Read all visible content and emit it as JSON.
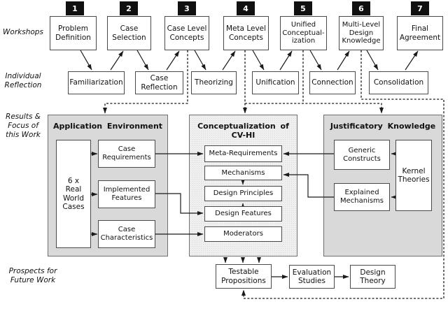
{
  "row_labels": {
    "workshops": "Workshops",
    "individual_reflection": "Individual\nReflection",
    "results_focus": "Results &\nFocus of\nthis Work",
    "prospects": "Prospects for\nFuture Work"
  },
  "workshops": [
    {
      "number": "1",
      "label": "Problem\nDefinition"
    },
    {
      "number": "2",
      "label": "Case\nSelection"
    },
    {
      "number": "3",
      "label": "Case Level\nConcepts"
    },
    {
      "number": "4",
      "label": "Meta Level\nConcepts"
    },
    {
      "number": "5",
      "label": "Unified\nConceptual-\nization"
    },
    {
      "number": "6",
      "label": "Multi-Level\nDesign\nKnowledge"
    },
    {
      "number": "7",
      "label": "Final\nAgreement"
    }
  ],
  "reflections": [
    "Familiarization",
    "Case\nReflection",
    "Theorizing",
    "Unification",
    "Connection",
    "Consolidation"
  ],
  "application_environment": {
    "title": "Application Environment",
    "cases_box": "6 x\nReal\nWorld\nCases",
    "boxes": [
      "Case\nRequirements",
      "Implemented\nFeatures",
      "Case\nCharacteristics"
    ]
  },
  "conceptualization": {
    "title": "Conceptualization of\nCV-HI",
    "boxes": [
      "Meta-Requirements",
      "Mechanisms",
      "Design Principles",
      "Design Features",
      "Moderators"
    ]
  },
  "justificatory": {
    "title": "Justificatory Knowledge",
    "boxes": [
      "Generic\nConstructs",
      "Explained\nMechanisms"
    ],
    "kernel": "Kernel\nTheories"
  },
  "future_work": {
    "boxes": [
      "Testable\nPropositions",
      "Evaluation\nStudies",
      "Design\nTheory"
    ]
  },
  "colors": {
    "panel_side_bg": "#d9d9d9",
    "panel_center_bg": "#efefef",
    "box_bg": "#ffffff",
    "line": "#1a1a1a",
    "tab_bg": "#101010",
    "tab_fg": "#ffffff"
  }
}
